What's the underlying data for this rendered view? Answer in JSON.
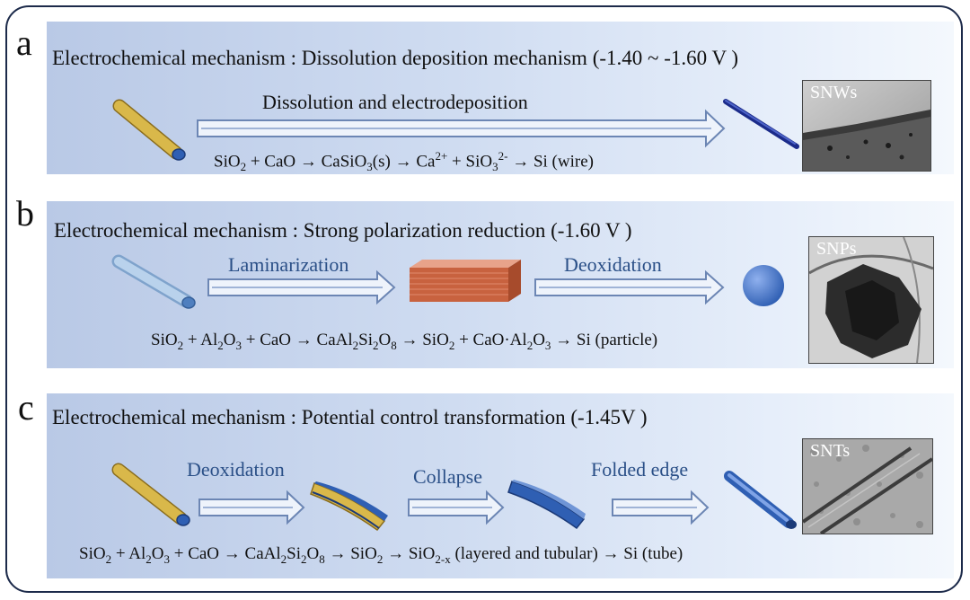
{
  "panels": {
    "a": {
      "letter": "a",
      "mechanism": "Electrochemical mechanism : Dissolution deposition mechanism (-1.40 ~ -1.60 V )",
      "step": "Dissolution and electrodeposition",
      "eq": {
        "t1": "SiO",
        "s1": "2",
        "t2": " + CaO → CaSiO",
        "s2": "3",
        "t3": "(s) → Ca",
        "p1": "2+",
        "t4": " + SiO",
        "s3": "3",
        "p2": "2-",
        "t5": " → Si (wire)"
      },
      "tem_label": "SNWs"
    },
    "b": {
      "letter": "b",
      "mechanism": "Electrochemical  mechanism : Strong polarization reduction (-1.60 V )",
      "step1": "Laminarization",
      "step2": "Deoxidation",
      "eq": {
        "t1": "SiO",
        "s1": "2",
        "t2": " + Al",
        "s2": "2",
        "t3": "O",
        "s3": "3",
        "t4": " + CaO → CaAl",
        "s4": "2",
        "t5": "Si",
        "s5": "2",
        "t6": "O",
        "s6": "8",
        "t7": " → SiO",
        "s7": "2",
        "t8": " + CaO·Al",
        "s8": "2",
        "t9": "O",
        "s9": "3",
        "t10": " → Si (particle)"
      },
      "tem_label": "SNPs"
    },
    "c": {
      "letter": "c",
      "mechanism": "Electrochemical mechanism : Potential control transformation (-1.45V )",
      "step1": "Deoxidation",
      "step2": "Collapse",
      "step3": "Folded edge",
      "eq": {
        "t1": "SiO",
        "s1": "2",
        "t2": " + Al",
        "s2": "2",
        "t3": "O",
        "s3": "3",
        "t4": " + CaO → CaAl",
        "s4": "2",
        "t5": "Si",
        "s5": "2",
        "t6": "O",
        "s6": "8",
        "t7": " → SiO",
        "s7": "2",
        "t8": " → SiO",
        "s8": "2-x",
        "t9": " (layered and tubular) → Si (tube)"
      },
      "tem_label": "SNTs"
    }
  },
  "colors": {
    "tube_yellow": "#d9b84a",
    "tube_blue": "#2f5fb3",
    "arrow_outline": "#6c86b4",
    "step_text": "#2a4f87",
    "border": "#1c2a4a"
  }
}
